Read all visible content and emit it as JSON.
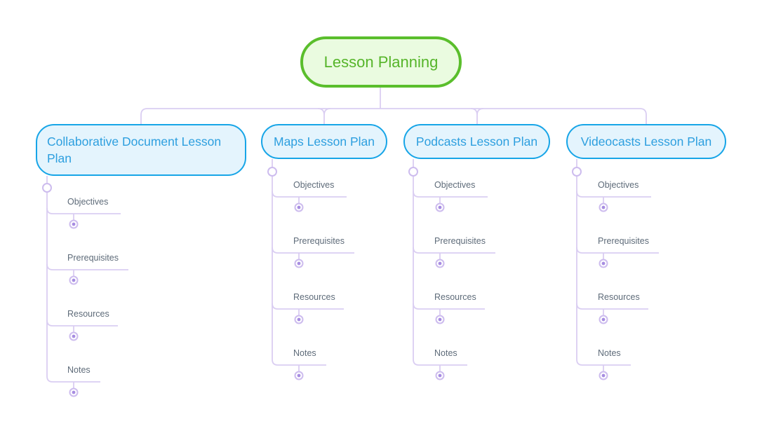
{
  "diagram": {
    "type": "mind-map",
    "root": {
      "label": "Lesson Planning"
    },
    "branches": [
      {
        "label": "Collaborative Document Lesson Plan",
        "items": [
          "Objectives",
          "Prerequisites",
          "Resources",
          "Notes"
        ]
      },
      {
        "label": "Maps Lesson Plan",
        "items": [
          "Objectives",
          "Prerequisites",
          "Resources",
          "Notes"
        ]
      },
      {
        "label": "Podcasts Lesson Plan",
        "items": [
          "Objectives",
          "Prerequisites",
          "Resources",
          "Notes"
        ]
      },
      {
        "label": "Videocasts Lesson Plan",
        "items": [
          "Objectives",
          "Prerequisites",
          "Resources",
          "Notes"
        ]
      }
    ],
    "icons": {
      "branch_attach": "attach-point-ring-icon",
      "subtopic_marker": "bullseye-icon"
    }
  },
  "colors": {
    "bg": "#ffffff",
    "green-border": "#5abe2c",
    "green-fill": "#eafbe0",
    "green-text": "#56b52a",
    "blue-border": "#17a5e7",
    "blue-fill": "#e4f4fd",
    "blue-text": "#2d9fdf",
    "connector": "#dacef2",
    "ring": "#cdbcee",
    "dot": "#a78de1",
    "subtext": "#5e6b79"
  }
}
